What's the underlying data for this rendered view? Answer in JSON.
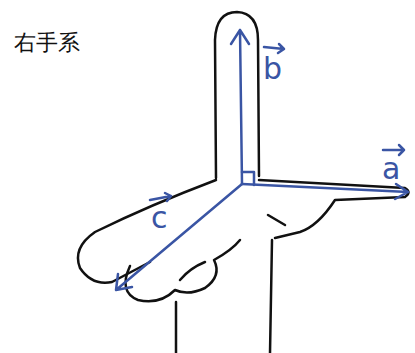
{
  "diagram": {
    "title": "右手系",
    "labels": [
      "b",
      "a",
      "c"
    ]
  }
}
